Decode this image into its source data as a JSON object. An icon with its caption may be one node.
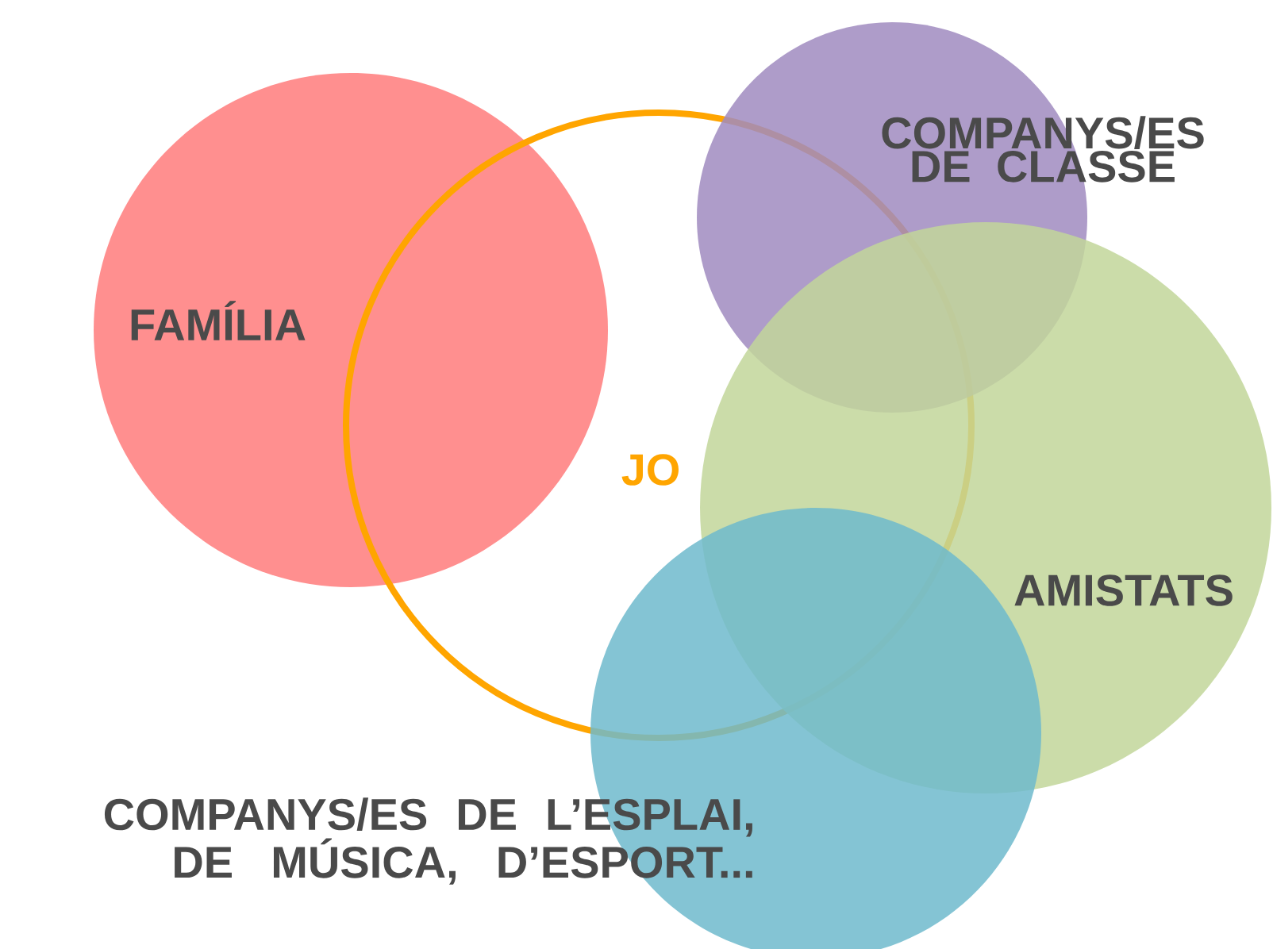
{
  "diagram": {
    "nodes": [
      {
        "text": [
          "FAMÍLIA"
        ]
      },
      {
        "text": [
          "JO"
        ]
      },
      {
        "text": [
          "COMPANYS/ES DE CLASSE"
        ]
      },
      {
        "text": [
          "AMISTATS"
        ]
      },
      {
        "text": [],
        "shape": "circle",
        "beside": [
          "COMPANYS/ES DE L’ESPLAI, DE MÚSICA, D’ESPORT..."
        ]
      }
    ],
    "edges": []
  }
}
